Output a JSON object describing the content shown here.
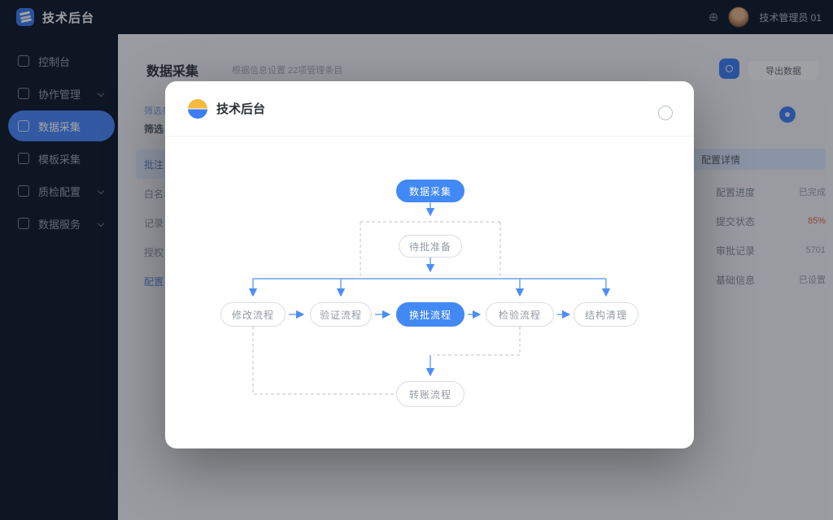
{
  "topbar": {
    "app_title": "技术后台",
    "username": "技术管理员 01"
  },
  "sidebar": {
    "items": [
      {
        "label": "控制台"
      },
      {
        "label": "协作管理"
      },
      {
        "label": "数据采集"
      },
      {
        "label": "模板采集"
      },
      {
        "label": "质检配置"
      },
      {
        "label": "数据服务"
      }
    ]
  },
  "page": {
    "title": "数据采集",
    "subtitle": "根据信息设置 22项管理条目",
    "toolbar": {
      "ghost_label": "导出数据"
    },
    "filter_link": "筛选条件 · 已保存视图",
    "section_label": "筛选",
    "left_rows": [
      "批注",
      "白名单",
      "记录",
      "授权",
      "配置"
    ]
  },
  "right_panel": {
    "header": "配置详情",
    "rows": [
      {
        "label": "配置进度",
        "value": "已完成"
      },
      {
        "label": "提交状态",
        "value": "85%"
      },
      {
        "label": "审批记录",
        "value": "5701"
      },
      {
        "label": "基础信息",
        "value": "已设置"
      }
    ]
  },
  "modal": {
    "title": "技术后台",
    "flow_nodes": {
      "start": "数据采集",
      "prepare": "待批准备",
      "step1": "修改流程",
      "step2": "验证流程",
      "step3": "换批流程",
      "step4": "检验流程",
      "step5": "结构清理",
      "end": "转账流程"
    },
    "accent_color": "#4189f5"
  }
}
